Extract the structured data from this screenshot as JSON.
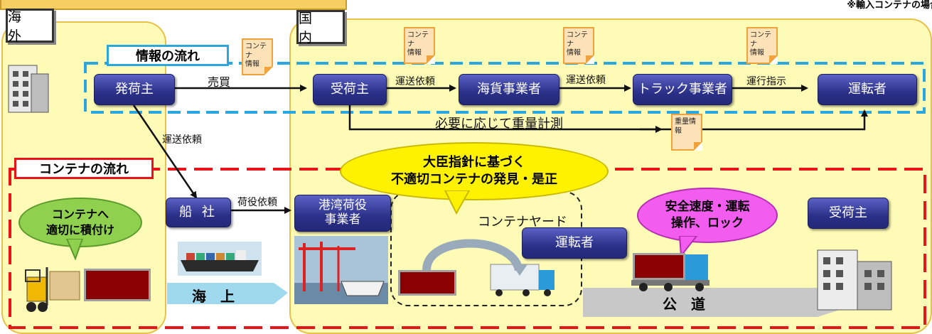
{
  "header": {
    "note": "※輸入コンテナの場合"
  },
  "regions": {
    "overseas": {
      "label": "海 外"
    },
    "domestic": {
      "label": "国 内"
    }
  },
  "flows": {
    "information": {
      "title": "情報の流れ",
      "color": "#2aa7e0"
    },
    "container": {
      "title": "コンテナの流れ",
      "color": "#e8141a"
    }
  },
  "nodes": {
    "shipper": "発荷主",
    "consignee": "受荷主",
    "marine_cargo": "海貨事業者",
    "truck_operator": "トラック事業者",
    "driver_top": "運転者",
    "shipping_company": "船 社",
    "port_cargo": "港湾荷役\n事業者",
    "driver_yard": "運転者",
    "consignee_bottom": "受荷主"
  },
  "documents": {
    "doc1": "コンテナ\n情報",
    "doc2": "コンテナ\n情報",
    "doc3": "コンテナ\n情報",
    "doc4": "コンテナ\n情報",
    "weight": "重量情\n報"
  },
  "edge_labels": {
    "trade": "売買",
    "transport_request_1": "運送依頼",
    "transport_request_2": "運送依頼",
    "operation_instruction": "運行指示",
    "weighing": "必要に応じて重量計測",
    "transport_request_ship": "運送依頼",
    "cargo_request": "荷役依頼"
  },
  "bubbles": {
    "loading": "コンテナへ\n適切に積付け",
    "guideline": "大臣指針に基づく\n不適切コンテナの発見・是正",
    "safety": "安全速度・運転\n操作、ロック"
  },
  "areas": {
    "yard": "コンテナヤード",
    "sea": "海　上",
    "road": "公　道"
  },
  "colors": {
    "region_fill": "#fefbb6",
    "node_fill": "#2b3088",
    "document_fill": "#fde2b8",
    "bubble_green": "#8fd14f",
    "bubble_yellow": "#fff200",
    "bubble_pink": "#f25df0",
    "container_red": "#8b0000"
  },
  "icons": [
    "building-icon",
    "forklift-icon",
    "cargo-ship-icon",
    "port-crane-icon",
    "truck-icon",
    "warehouse-icon"
  ]
}
